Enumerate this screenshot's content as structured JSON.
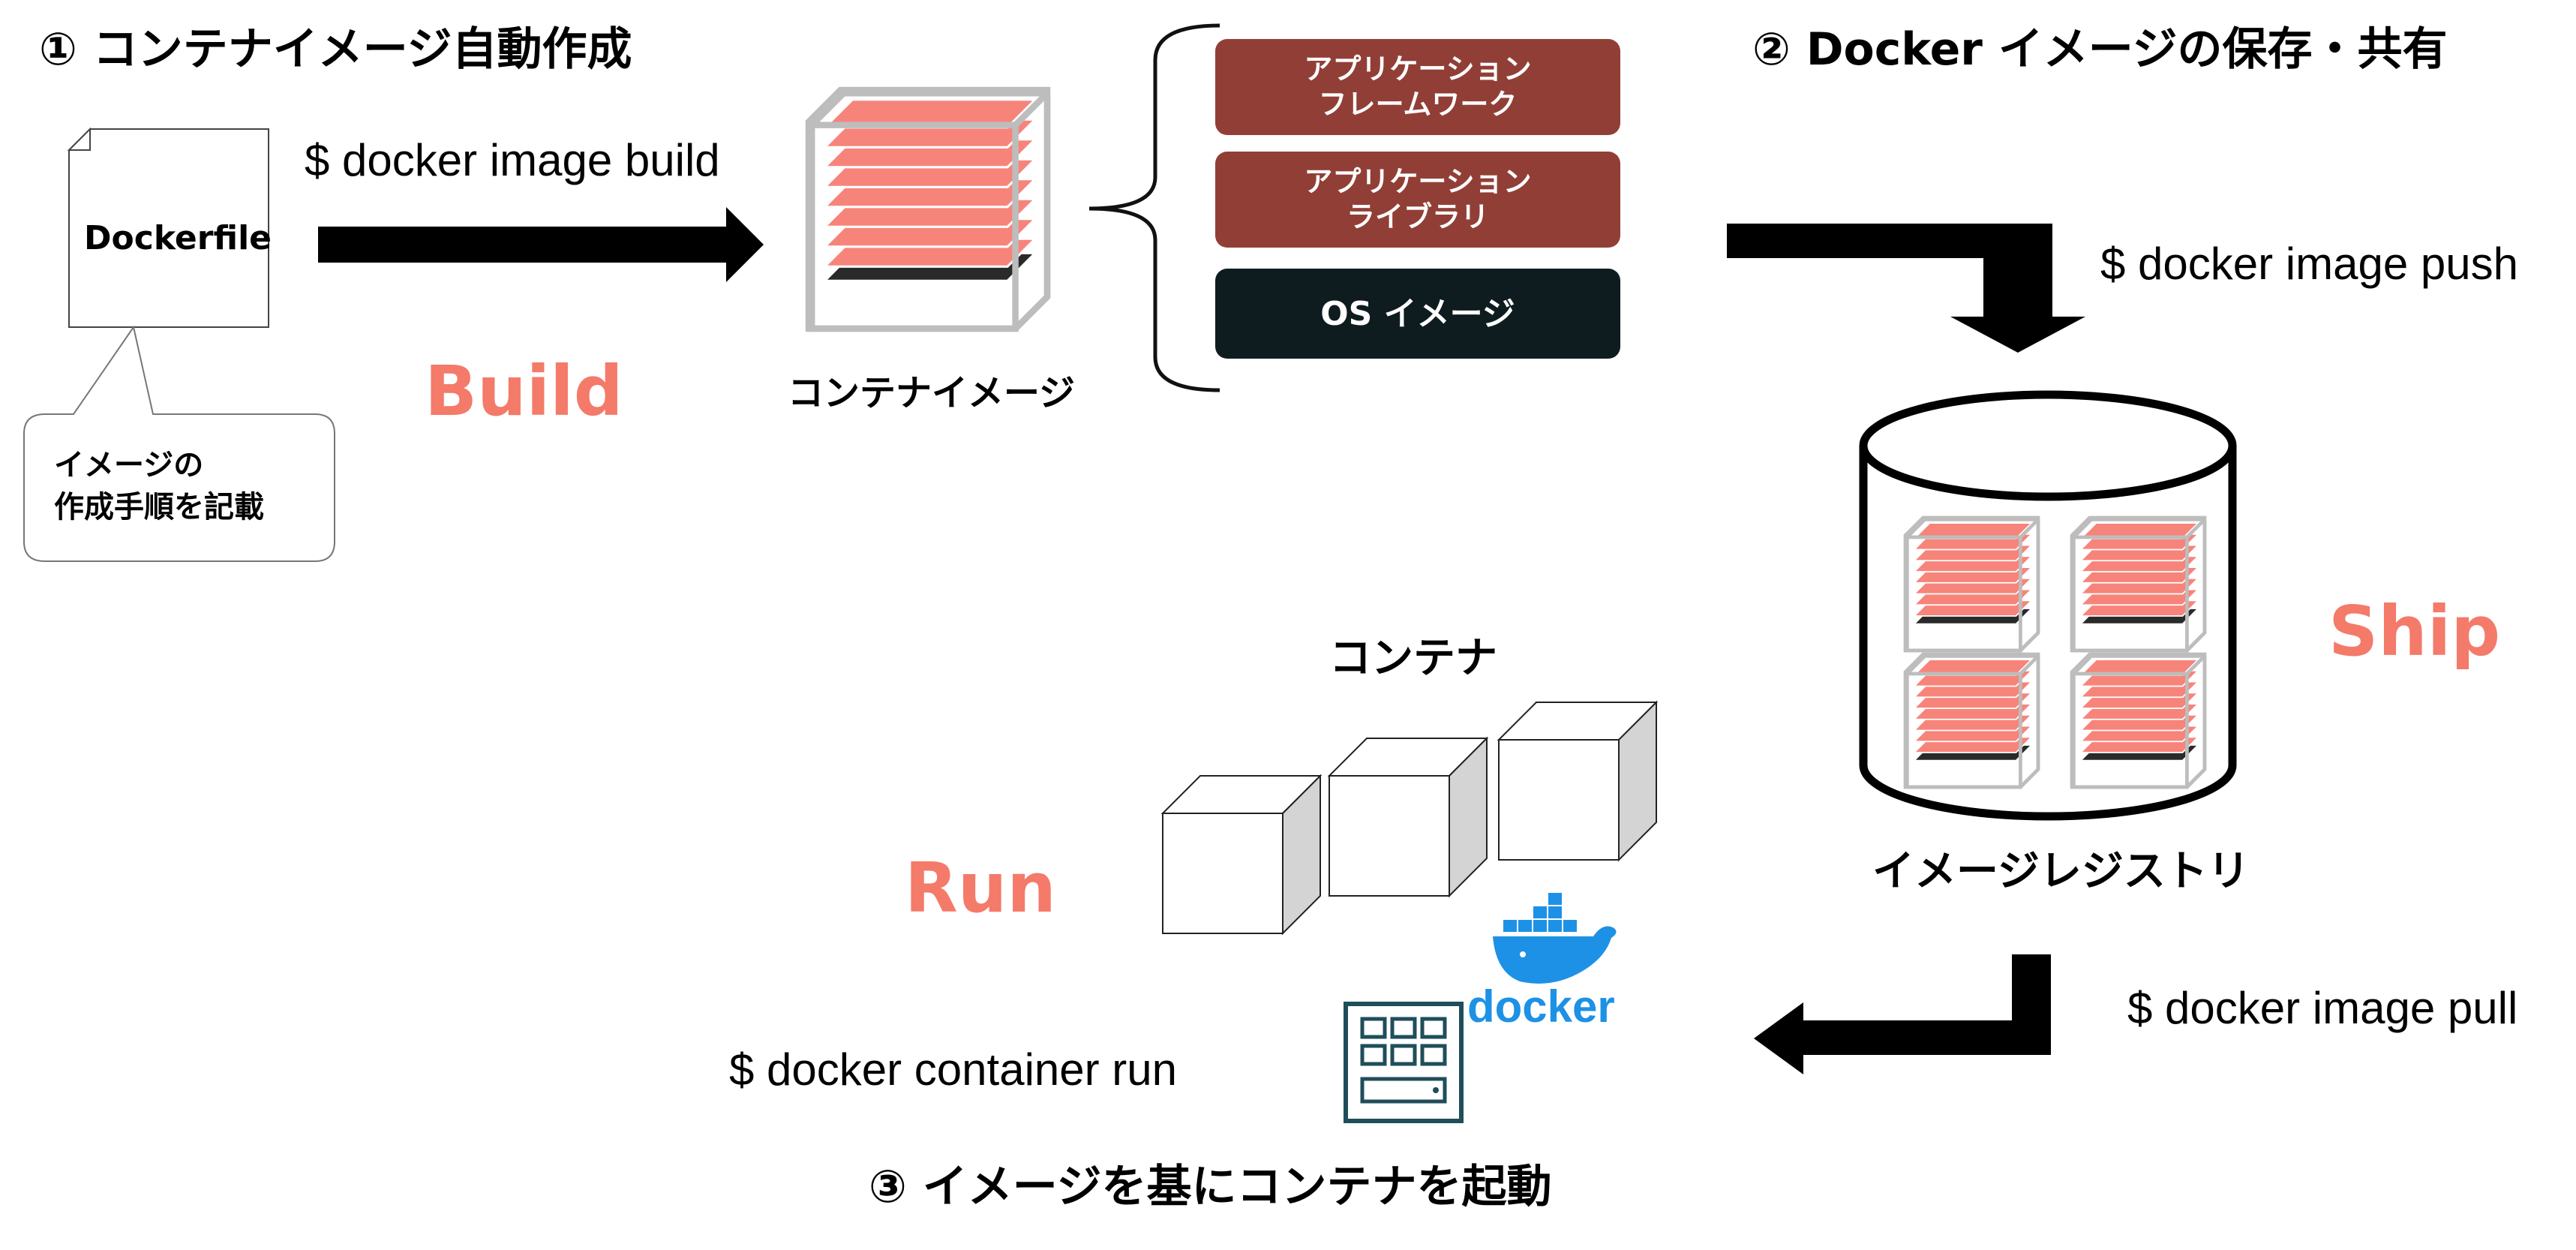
{
  "steps": {
    "build_title": "① コンテナイメージ自動作成",
    "ship_title": "② Docker イメージの保存・共有",
    "run_title": "③ イメージを基にコンテナを起動"
  },
  "commands": {
    "build": "$ docker image build",
    "push": "$ docker image push",
    "pull": "$ docker image pull",
    "run": "$ docker container run"
  },
  "phases": {
    "build": "Build",
    "ship": "Ship",
    "run": "Run"
  },
  "dockerfile": {
    "label": "Dockerfile",
    "callout_line1": "イメージの",
    "callout_line2": "作成手順を記載"
  },
  "container_image": {
    "label": "コンテナイメージ",
    "layers": [
      {
        "line1": "アプリケーション",
        "line2": "フレームワーク"
      },
      {
        "line1": "アプリケーション",
        "line2": "ライブラリ"
      },
      {
        "line1": "OS イメージ",
        "line2": ""
      }
    ]
  },
  "registry": {
    "label": "イメージレジストリ"
  },
  "containers": {
    "label": "コンテナ"
  },
  "docker_logo": {
    "wordmark": "docker"
  },
  "colors": {
    "accent": "#f47a6a",
    "layer_app": "#913f36",
    "layer_os": "#0e1c1f",
    "docker_blue": "#1d91e6",
    "server_teal": "#1f4e5a"
  }
}
